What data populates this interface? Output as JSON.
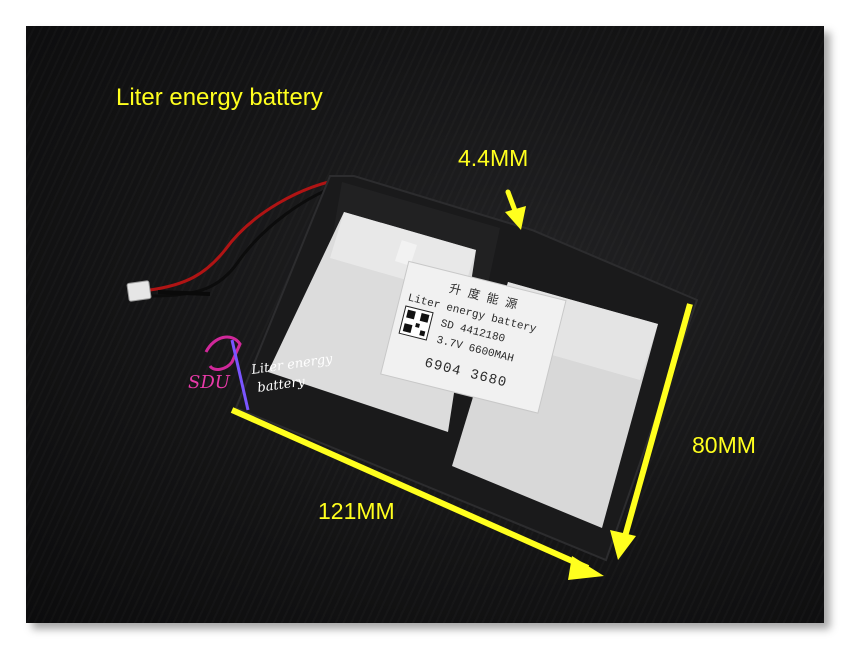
{
  "caption": {
    "brand": "Liter energy battery",
    "thickness": "4.4MM",
    "width": "121MM",
    "height": "80MM"
  },
  "label": {
    "chinese": "升 度 能 源",
    "brand": "Liter energy battery",
    "model": "SD 4412180",
    "spec": "3.7V 6600MAH",
    "barcode": "6904 3680"
  },
  "logo": {
    "letters": "SDU",
    "text_line1": "Liter energy",
    "text_line2": "battery"
  },
  "colors": {
    "caption": "#ffff1e",
    "arrow": "#ffff1e",
    "background": "#121213",
    "pouch": "#1a1a1b",
    "pad": "#dcdcdc",
    "logo_magenta": "#d0289a",
    "logo_blue": "#7a55ff"
  }
}
